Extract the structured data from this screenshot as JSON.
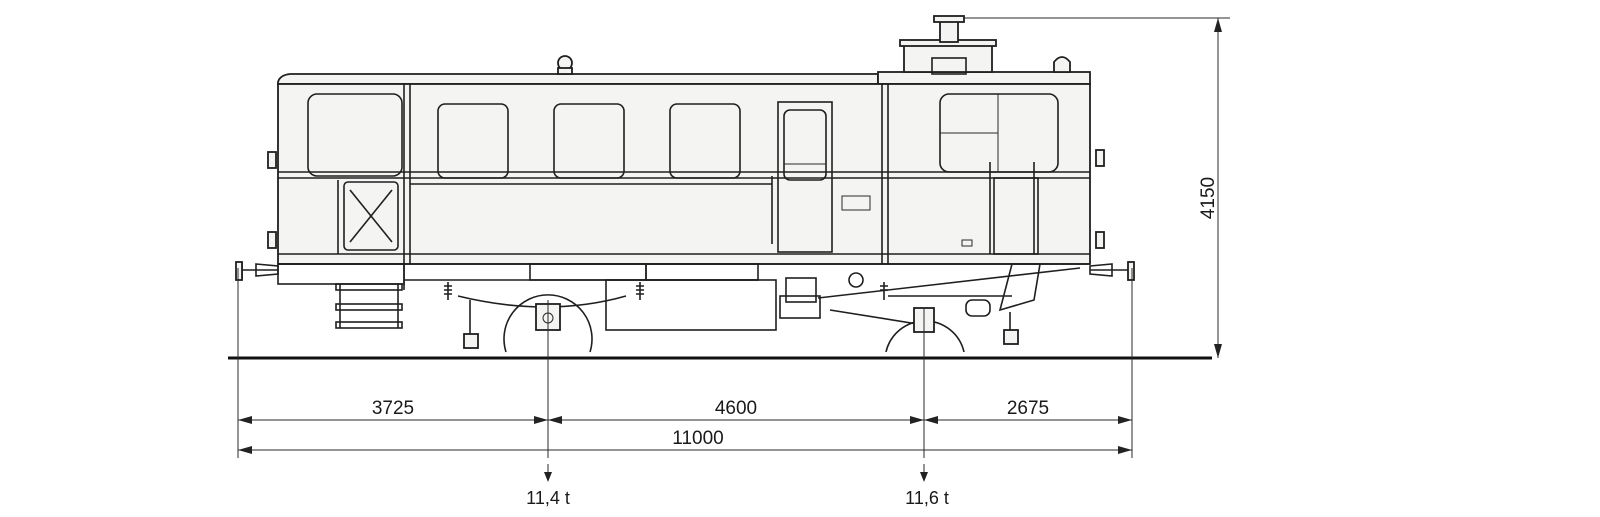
{
  "dimensions": {
    "front_overhang": "3725",
    "wheelbase": "4600",
    "rear_overhang": "2675",
    "total_length": "11000",
    "height": "4150"
  },
  "axle_loads": {
    "front": "11,4 t",
    "rear": "11,6 t"
  }
}
